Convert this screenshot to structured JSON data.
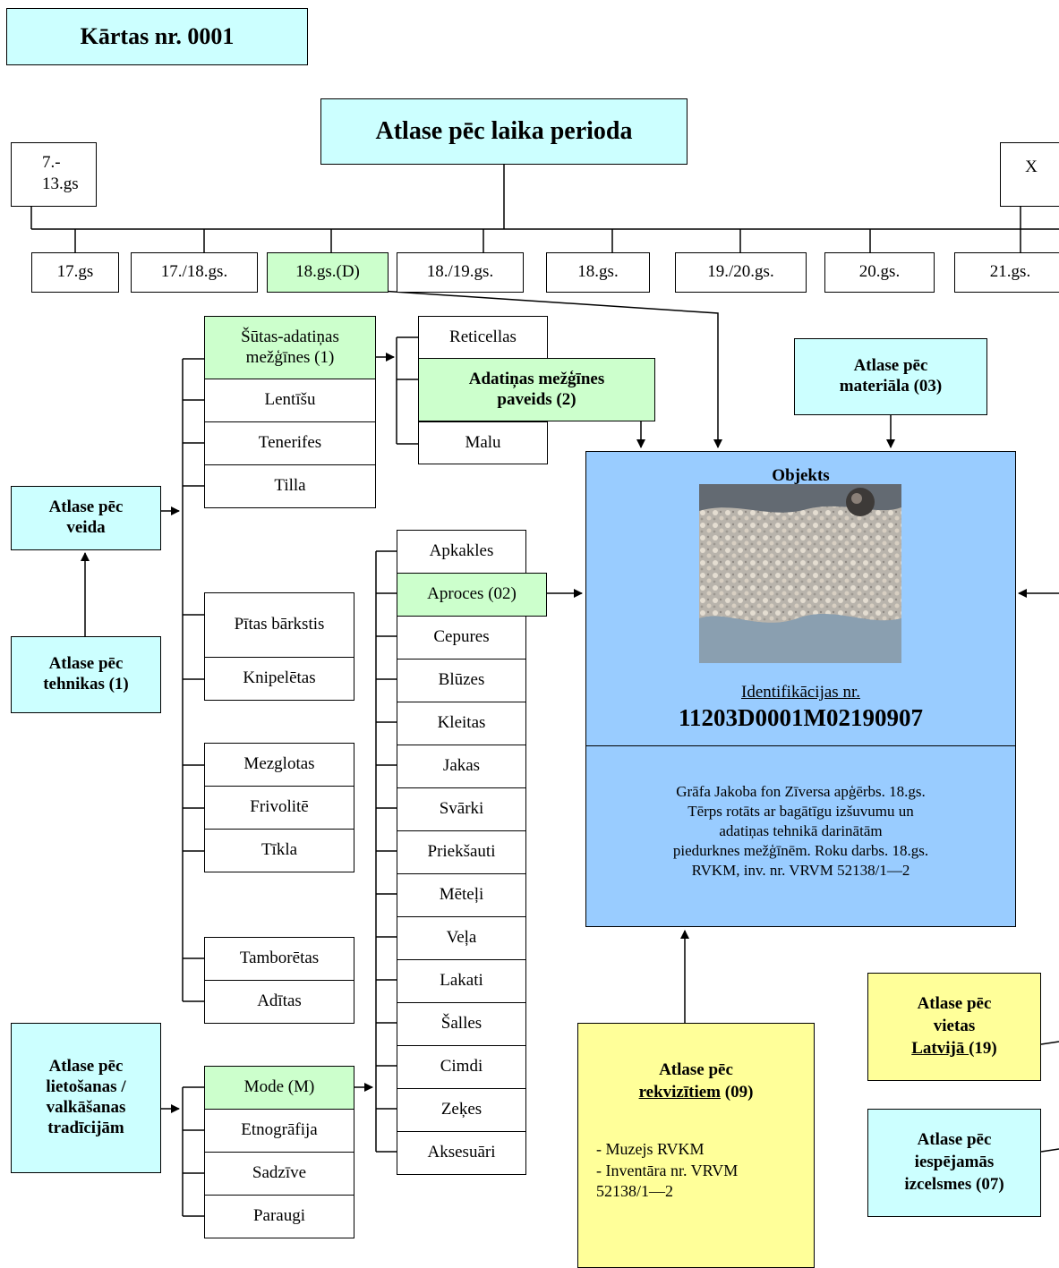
{
  "card_number": "Kārtas nr. 0001",
  "period": {
    "title": "Atlase pēc laika perioda",
    "left_box": [
      "7.-",
      "13.gs"
    ],
    "right_box": "X",
    "items": [
      "17.gs",
      "17./18.gs.",
      "18.gs.(D)",
      "18./19.gs.",
      "18.gs.",
      "19./20.gs.",
      "20.gs.",
      "21.gs."
    ]
  },
  "technique": {
    "type_selector": [
      "Atlase pēc",
      "veida"
    ],
    "technique_selector": [
      "Atlase pēc",
      "tehnikas (1)"
    ],
    "types": {
      "sutas": [
        "Šūtas-adatiņas",
        "mežģīnes (1)"
      ],
      "lentisu": "Lentīšu",
      "tenerifes": "Tenerifes",
      "tilla": "Tilla",
      "pitas": "Pītas bārkstis",
      "knipeletas": "Knipelētas",
      "mezglotas": "Mezglotas",
      "frivolite": "Frivolitē",
      "tikla": "Tīkla",
      "tamboretas": "Tamborētas",
      "aditas": "Adītas"
    },
    "subtypes": {
      "reticellas": "Reticellas",
      "adatinas": [
        "Adatiņas mežģīnes",
        "paveids (2)"
      ],
      "malu": "Malu"
    }
  },
  "material": [
    "Atlase pēc",
    "materiāla (03)"
  ],
  "usage": {
    "selector": [
      "Atlase pēc",
      "lietošanas /",
      "valkāšanas",
      "tradīcijām"
    ],
    "items": [
      "Mode (M)",
      "Etnogrāfija",
      "Sadzīve",
      "Paraugi"
    ]
  },
  "garments": [
    "Apkakles",
    "Aproces (02)",
    "Cepures",
    "Blūzes",
    "Kleitas",
    "Jakas",
    "Svārki",
    "Priekšauti",
    "Mēteļi",
    "Veļa",
    "Lakati",
    "Šalles",
    "Cimdi",
    "Zeķes",
    "Aksesuāri"
  ],
  "object": {
    "title": "Objekts",
    "id_label": "Identifikācijas nr.",
    "id_value": "11203D0001M02190907",
    "description": [
      "Grāfa Jakoba fon Zīversa apģērbs. 18.gs.",
      "Tērps rotāts ar bagātīgu izšuvumu un",
      "adatiņas tehnikā darinātām",
      "piedurknes mežģīnēm. Roku darbs. 18.gs.",
      "RVKM, inv. nr. VRVM 52138/1—2"
    ]
  },
  "requisites": {
    "title": [
      "Atlase pēc",
      "rekvizītiem",
      " (09)"
    ],
    "lines": [
      "- Muzejs RVKM",
      "- Inventāra nr. VRVM",
      "52138/1—2"
    ]
  },
  "place": [
    "Atlase pēc",
    "vietas",
    "Latvijā ",
    "(19)"
  ],
  "origin": [
    "Atlase pēc",
    "iespējamās",
    "izcelsmes (07)"
  ]
}
